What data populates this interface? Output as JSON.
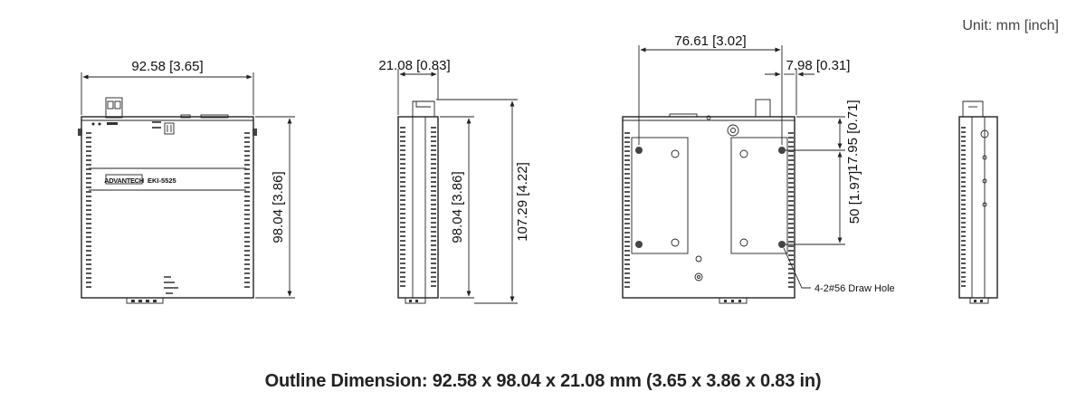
{
  "unit_label": "Unit: mm [inch]",
  "caption": "Outline Dimension: 92.58 x 98.04 x 21.08 mm (3.65 x 3.86 x 0.83 in)",
  "front_view": {
    "width_label": "92.58 [3.65]",
    "height_label": "98.04 [3.86]",
    "brand_text": "ADVANTECH",
    "model_text": "EKI-5525"
  },
  "side_view": {
    "depth_label": "21.08 [0.83]",
    "body_height_label": "98.04 [3.86]",
    "total_height_label": "107.29 [4.22]"
  },
  "back_view": {
    "hole_spacing_label": "76.61 [3.02]",
    "hole_offset_label": "7.98 [0.31]",
    "top_offset_label": "17.95 [0.71]",
    "vertical_spacing_label": "50 [1.97]",
    "hole_note": "4-2#56 Draw Hole"
  }
}
